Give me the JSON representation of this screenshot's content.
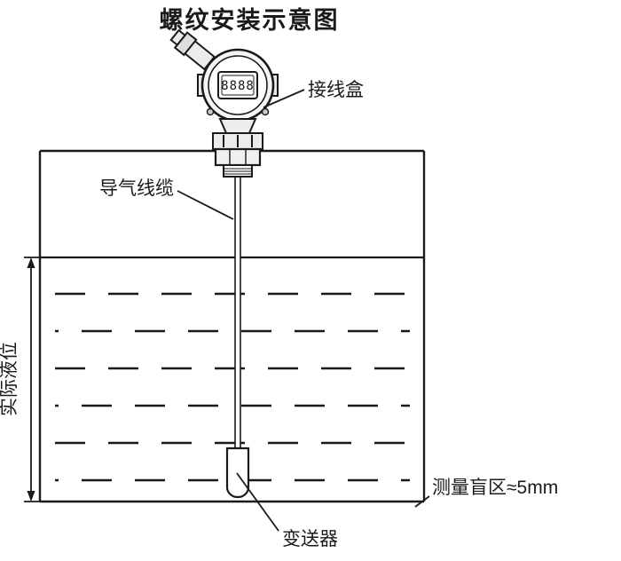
{
  "title": "螺纹安装示意图",
  "device": {
    "display_value": "8888"
  },
  "callouts": {
    "junction_box": "接线盒",
    "air_cable": "导气线缆",
    "actual_level": "实际液位",
    "blind_zone": "测量盲区≈5mm",
    "transmitter_probe": "变送器"
  },
  "colors": {
    "ink": "#1a1a1a",
    "background": "#ffffff",
    "device_fill": "#f2f2f2"
  }
}
